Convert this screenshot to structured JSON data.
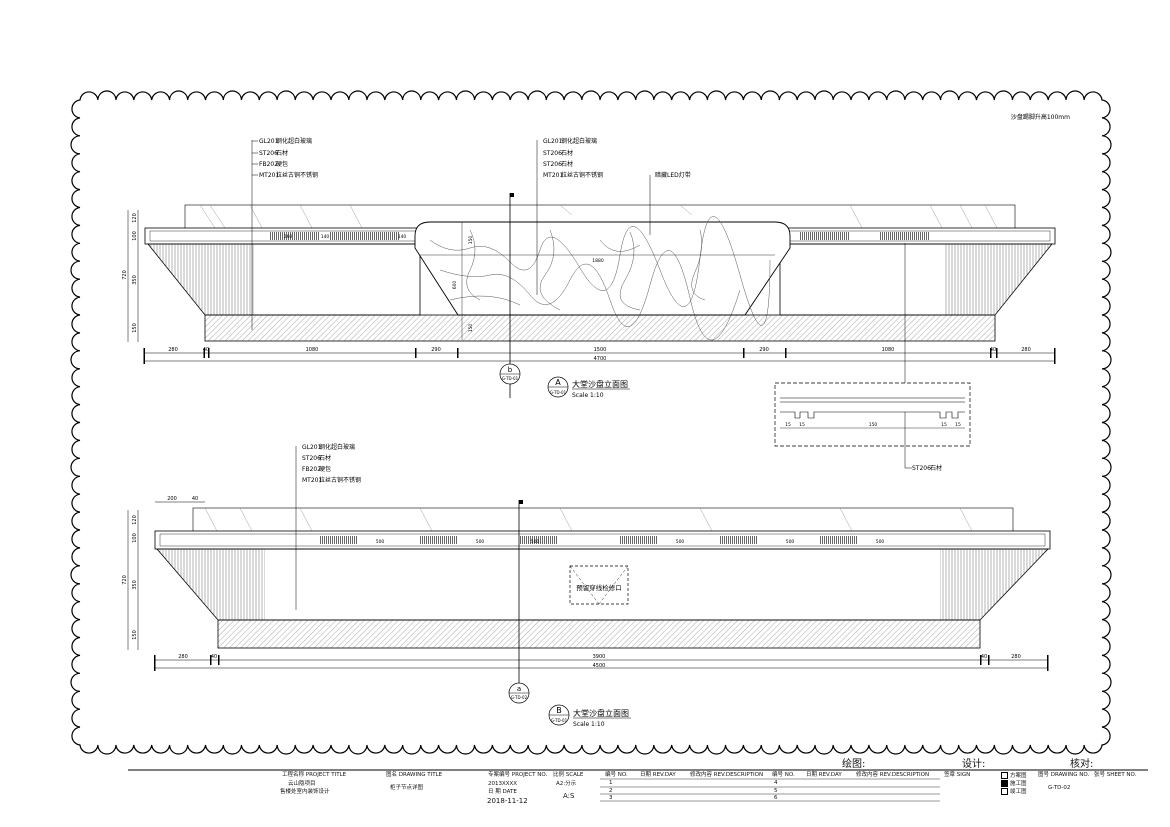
{
  "note_top_right": "沙盘踢脚升高100mm",
  "elevation_a": {
    "left_callouts": [
      {
        "code": "GL201",
        "text": "钢化超白玻璃"
      },
      {
        "code": "ST206",
        "text": "石材"
      },
      {
        "code": "FB202",
        "text": "硬包"
      },
      {
        "code": "MT201",
        "text": "拉丝古铜不锈钢"
      }
    ],
    "center_callouts": [
      {
        "code": "GL201",
        "text": "钢化超白玻璃"
      },
      {
        "code": "ST206",
        "text": "石材"
      },
      {
        "code": "ST206",
        "text": "石材"
      },
      {
        "code": "MT201",
        "text": "拉丝古铜不锈钢"
      }
    ],
    "led_note": "暗藏LED灯带",
    "dims_bottom": [
      "280",
      "40",
      "1080",
      "290",
      "1500",
      "290",
      "1080",
      "40",
      "280"
    ],
    "dim_total": "4700",
    "dims_left": [
      "120",
      "100",
      "350",
      "720",
      "150"
    ],
    "dims_inner": [
      "260",
      "140",
      "140",
      "1880",
      "150",
      "600",
      "150"
    ],
    "section_marker": {
      "letter": "b",
      "sheet": "G-TD-01"
    },
    "title_marker": {
      "letter": "A",
      "sheet": "G-TD-01"
    },
    "title": "大堂沙盘立面图",
    "scale": "Scale 1:10"
  },
  "detail": {
    "dims": [
      "15",
      "15",
      "150",
      "15",
      "15"
    ],
    "callout": {
      "code": "ST206",
      "text": "石材"
    }
  },
  "elevation_b": {
    "callouts": [
      {
        "code": "GL201",
        "text": "钢化超白玻璃"
      },
      {
        "code": "ST206",
        "text": "石材"
      },
      {
        "code": "FB202",
        "text": "硬包"
      },
      {
        "code": "MT201",
        "text": "拉丝古铜不锈钢"
      }
    ],
    "opening_label": "预留穿线检修口",
    "dims_top": [
      "200",
      "40"
    ],
    "dims_inner": [
      "500",
      "500",
      "500",
      "500",
      "500",
      "500"
    ],
    "dims_bottom": [
      "280",
      "40",
      "3900",
      "40",
      "280"
    ],
    "dim_total": "4500",
    "dims_left": [
      "120",
      "100",
      "720",
      "350",
      "150"
    ],
    "section_marker": {
      "letter": "a",
      "sheet": "G-TD-02"
    },
    "title_marker": {
      "letter": "B",
      "sheet": "G-TD-01"
    },
    "title": "大堂沙盘立面图",
    "scale": "Scale 1:10"
  },
  "title_block": {
    "draw_label": "绘图:",
    "design_label": "设计:",
    "check_label": "核对:",
    "project_title_label": "工程名称 PROJECT TITLE",
    "project_name_1": "云山隐项目",
    "project_name_2": "售楼处室内装饰设计",
    "drawing_title_label": "图名 DRAWING TITLE",
    "drawing_title": "柜子节点详图",
    "project_no_label": "专案编号 PROJECT NO.",
    "project_no": "2013XXXX",
    "scale_label": "比例 SCALE",
    "scale_value": "A2:分示",
    "date_label": "日 期 DATE",
    "date": "2018-11-12",
    "scale_2": "A:S",
    "rev_headers": [
      "编号 NO.",
      "日期 REV.DAY",
      "修改内容 REV.DESCRIPTION",
      "编号 NO.",
      "日期 REV.DAY",
      "修改内容 REV.DESCRIPTION",
      "签章 SIGN"
    ],
    "rev_numbers_left": [
      "1",
      "2",
      "3"
    ],
    "rev_numbers_right": [
      "4",
      "5",
      "6"
    ],
    "stages": [
      {
        "label": "方案图",
        "checked": false
      },
      {
        "label": "施工图",
        "checked": true
      },
      {
        "label": "竣工图",
        "checked": false
      }
    ],
    "drawing_no_label": "图号 DRAWING NO.",
    "sheet_no_label": "张号 SHEET NO.",
    "drawing_no": "G-TD-02"
  }
}
